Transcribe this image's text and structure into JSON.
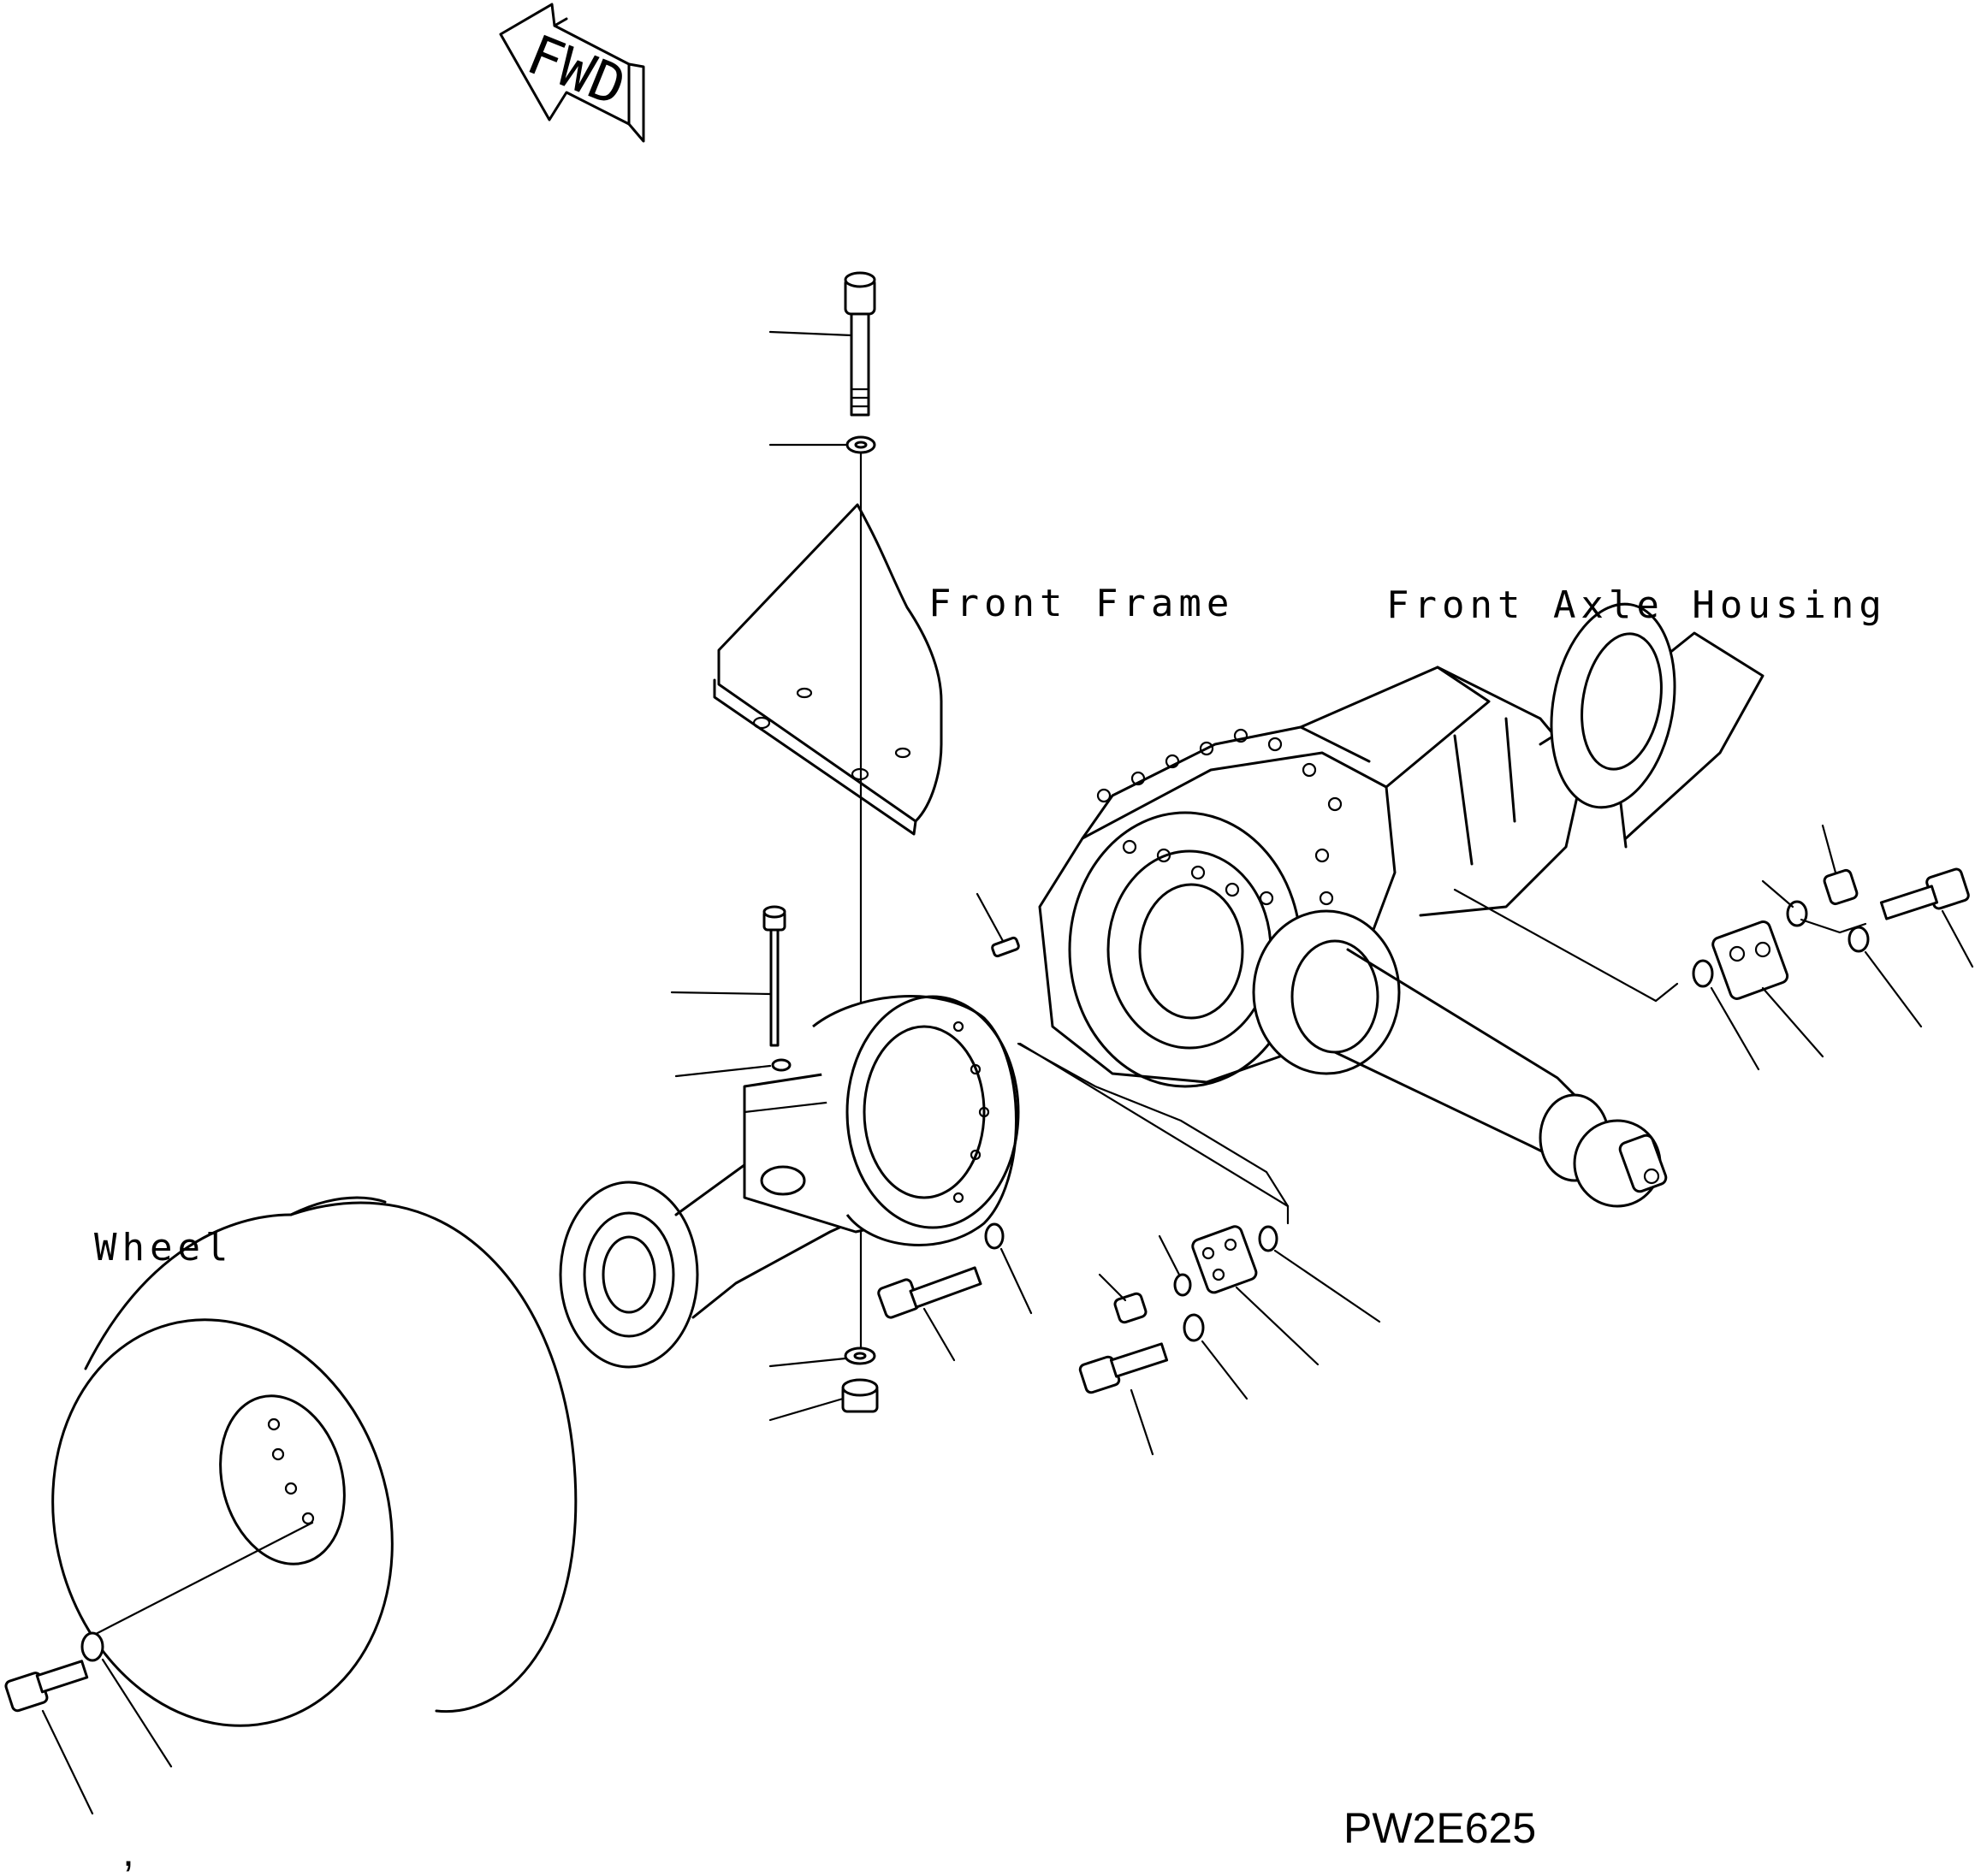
{
  "labels": {
    "fwd": "FWD",
    "front_frame": "Front Frame",
    "front_axle_housing": "Front Axle Housing",
    "wheel": "Wheel",
    "drawing_code": "PW2E625",
    "stray_mark": ","
  }
}
